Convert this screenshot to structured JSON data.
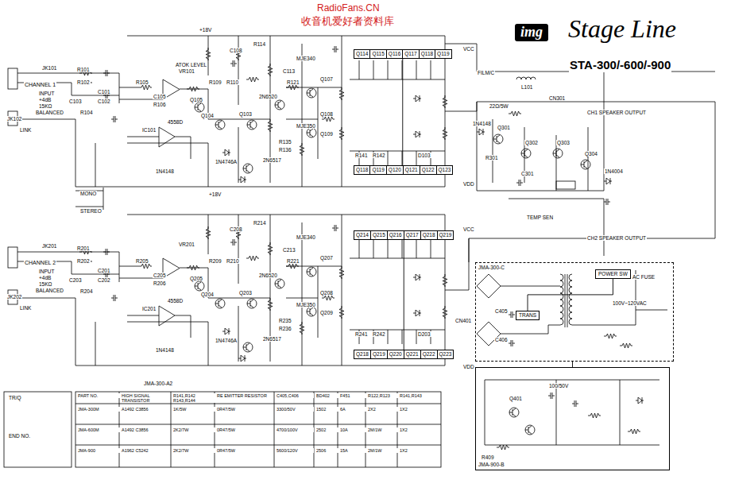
{
  "diagram": {
    "title": "Stage Line",
    "nodes": [
      {
        "text": [
          "img"
        ]
      },
      {
        "text": [
          "JMA-300-C"
        ]
      },
      {
        "text": [
          "POWER SW"
        ],
        "in": 1
      },
      {
        "text": [
          "TRANS"
        ],
        "in": 1
      },
      {
        "text": [
          "JMA-900-B"
        ]
      },
      {
        "text": [
          "Q114",
          "Q115",
          "Q116",
          "Q117",
          "Q118",
          "Q119"
        ]
      },
      {
        "text": [
          "Q118",
          "Q119",
          "Q120",
          "Q121",
          "Q122",
          "Q123"
        ]
      },
      {
        "text": [
          "Q214",
          "Q215",
          "Q216",
          "Q217",
          "Q218",
          "Q219"
        ]
      },
      {
        "text": [
          "Q218",
          "Q219",
          "Q220",
          "Q221",
          "Q222",
          "Q223"
        ]
      }
    ],
    "edges": [
      {
        "from": 4,
        "to": 1,
        "arrow": "none"
      },
      {
        "from": 2,
        "to": 3,
        "arrow": "none"
      },
      {
        "from": 5,
        "to": 6,
        "arrow": "none"
      },
      {
        "from": 7,
        "to": 8,
        "arrow": "none"
      }
    ],
    "labels": [
      "RadioFans.CN",
      "收音机爱好者资料库",
      "STA-300/-600/-900",
      "CHANNEL 1",
      "CHANNEL 2",
      "INPUT",
      "+4dB",
      "15KΩ",
      "BALANCED",
      "LINK",
      "INPUT",
      "+4dB",
      "15KΩ",
      "BALANCED",
      "LINK",
      "JK101",
      "JK102",
      "JK201",
      "JK202",
      "MONO",
      "STEREO",
      "+18V",
      "+18V",
      "VCC",
      "VDD",
      "VCC",
      "VDD",
      "ATOK LEVEL",
      "VR101",
      "VR201",
      "4558D",
      "4558D",
      "IC101",
      "IC201",
      "R101",
      "R102",
      "C101",
      "C102",
      "C103",
      "R104",
      "R105",
      "C105",
      "R106",
      "R109",
      "R110",
      "Q104",
      "Q105",
      "R114",
      "C108",
      "Q103",
      "R121",
      "C113",
      "Q107",
      "Q108",
      "Q109",
      "R135",
      "R136",
      "MJE340",
      "MJE350",
      "2N6517",
      "2N6520",
      "1N4746A",
      "1N4148",
      "R201",
      "R202",
      "C201",
      "C202",
      "C203",
      "R204",
      "R205",
      "C205",
      "R206",
      "R209",
      "R210",
      "Q204",
      "Q205",
      "R214",
      "C208",
      "Q203",
      "R221",
      "C213",
      "Q207",
      "Q208",
      "Q209",
      "R235",
      "R236",
      "MJE340",
      "MJE350",
      "2N6517",
      "2N6520",
      "1N4746A",
      "1N4148",
      "R141",
      "R142",
      "R241",
      "R242",
      "D103",
      "D203",
      "CH1 SPEAKER OUTPUT",
      "CN301",
      "CH2 SPEAKER OUTPUT",
      "TEMP SEN",
      "L101",
      "Q301",
      "Q302",
      "Q303",
      "Q304",
      "1N4148",
      "R301",
      "C301",
      "1N4004",
      "22Ω/5W",
      "FILM/C",
      "AC FUSE",
      "100V~120VAC",
      "CN401",
      "C405",
      "C406",
      "Q401",
      "100/50V",
      "R409",
      "JMA-300-A2",
      "TR/Q",
      "END NO.",
      "PART NO.",
      "HIGH SIGNAL TRANSISTOR",
      "R141,R142 R143,R144",
      "RE EMITTER RESISTOR",
      "C405,C406",
      "BD402",
      "F451",
      "R122,R123",
      "R141,R143",
      "JMA-300M",
      "A1492 C3856",
      "1K/5W",
      "0R47/5W",
      "3300/50V",
      "1502",
      "6A",
      "2X2",
      "1X2",
      "JMA-600M",
      "A1492 C3856",
      "2K2/7W",
      "0R47/5W",
      "4700/100V",
      "2502",
      "10A",
      "2M/1W",
      "1X2",
      "JMA-900",
      "A1962 C5242",
      "2K2/7W",
      "0R47/5W",
      "5600/120V",
      "2506",
      "15A",
      "2M/1W",
      "1X2"
    ]
  }
}
